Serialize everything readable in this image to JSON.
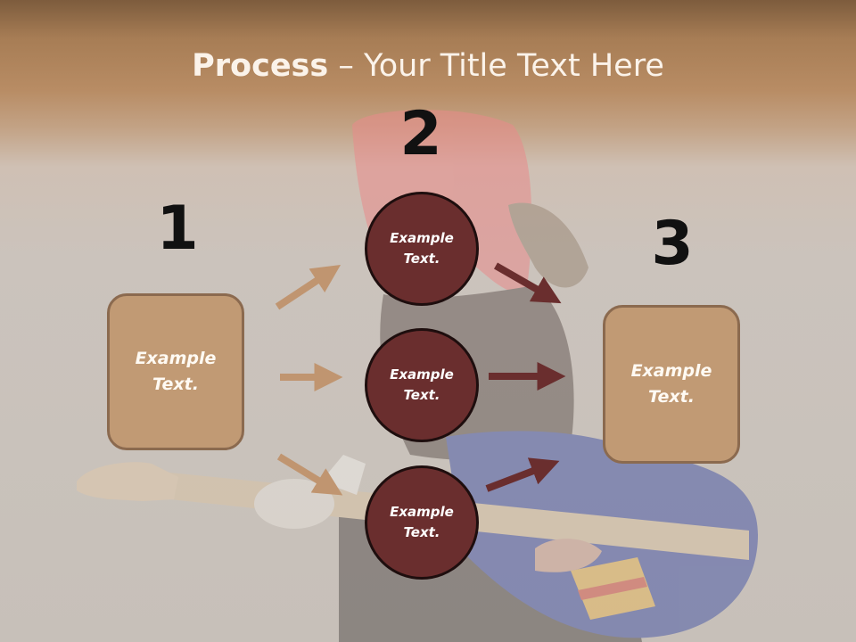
{
  "title": {
    "bold": "Process",
    "rest": " – Your Title Text Here"
  },
  "steps": [
    {
      "number": "1",
      "text": "Example\nText."
    },
    {
      "number": "2",
      "text": "Example\nText."
    },
    {
      "number": "3",
      "text": "Example\nText."
    }
  ],
  "circles": [
    {
      "text": "Example\nText."
    },
    {
      "text": "Example\nText."
    },
    {
      "text": "Example\nText."
    }
  ],
  "colors": {
    "box_fill": "#c19a74",
    "circle_fill": "#6a2e2e",
    "arrow_light": "#c09570",
    "arrow_dark": "#6a2e2e"
  }
}
